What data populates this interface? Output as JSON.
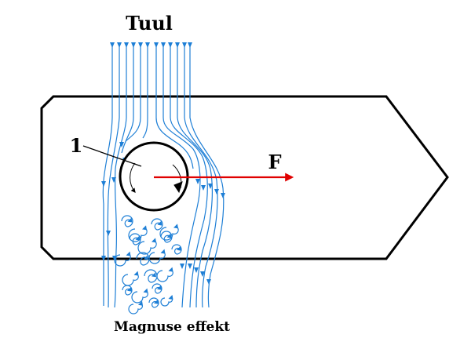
{
  "title": "Tuul",
  "caption": "Magnuse effekt",
  "labels": {
    "cylinder_number": "1",
    "force": "F"
  },
  "colors": {
    "streamline": "#1e7fd6",
    "force_arrow": "#e00000",
    "outline": "#000000"
  },
  "icons": {
    "rotation": "clockwise-rotation-icon",
    "force": "arrow-right-icon"
  }
}
